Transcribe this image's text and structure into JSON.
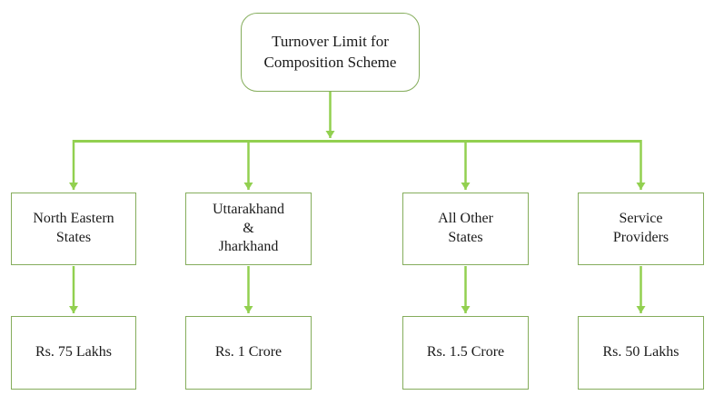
{
  "diagram": {
    "root_label": "Turnover Limit for\nComposition Scheme",
    "branches": [
      {
        "category": "North Eastern\nStates",
        "limit": "Rs. 75 Lakhs"
      },
      {
        "category": "Uttarakhand\n&\nJharkhand",
        "limit": "Rs. 1 Crore"
      },
      {
        "category": "All Other\nStates",
        "limit": "Rs. 1.5 Crore"
      },
      {
        "category": "Service\nProviders",
        "limit": "Rs. 50 Lakhs"
      }
    ]
  },
  "colors": {
    "connector": "#92D050",
    "box-border": "#85AD5C",
    "text": "#1A1A1A",
    "background": "#FFFFFF"
  }
}
